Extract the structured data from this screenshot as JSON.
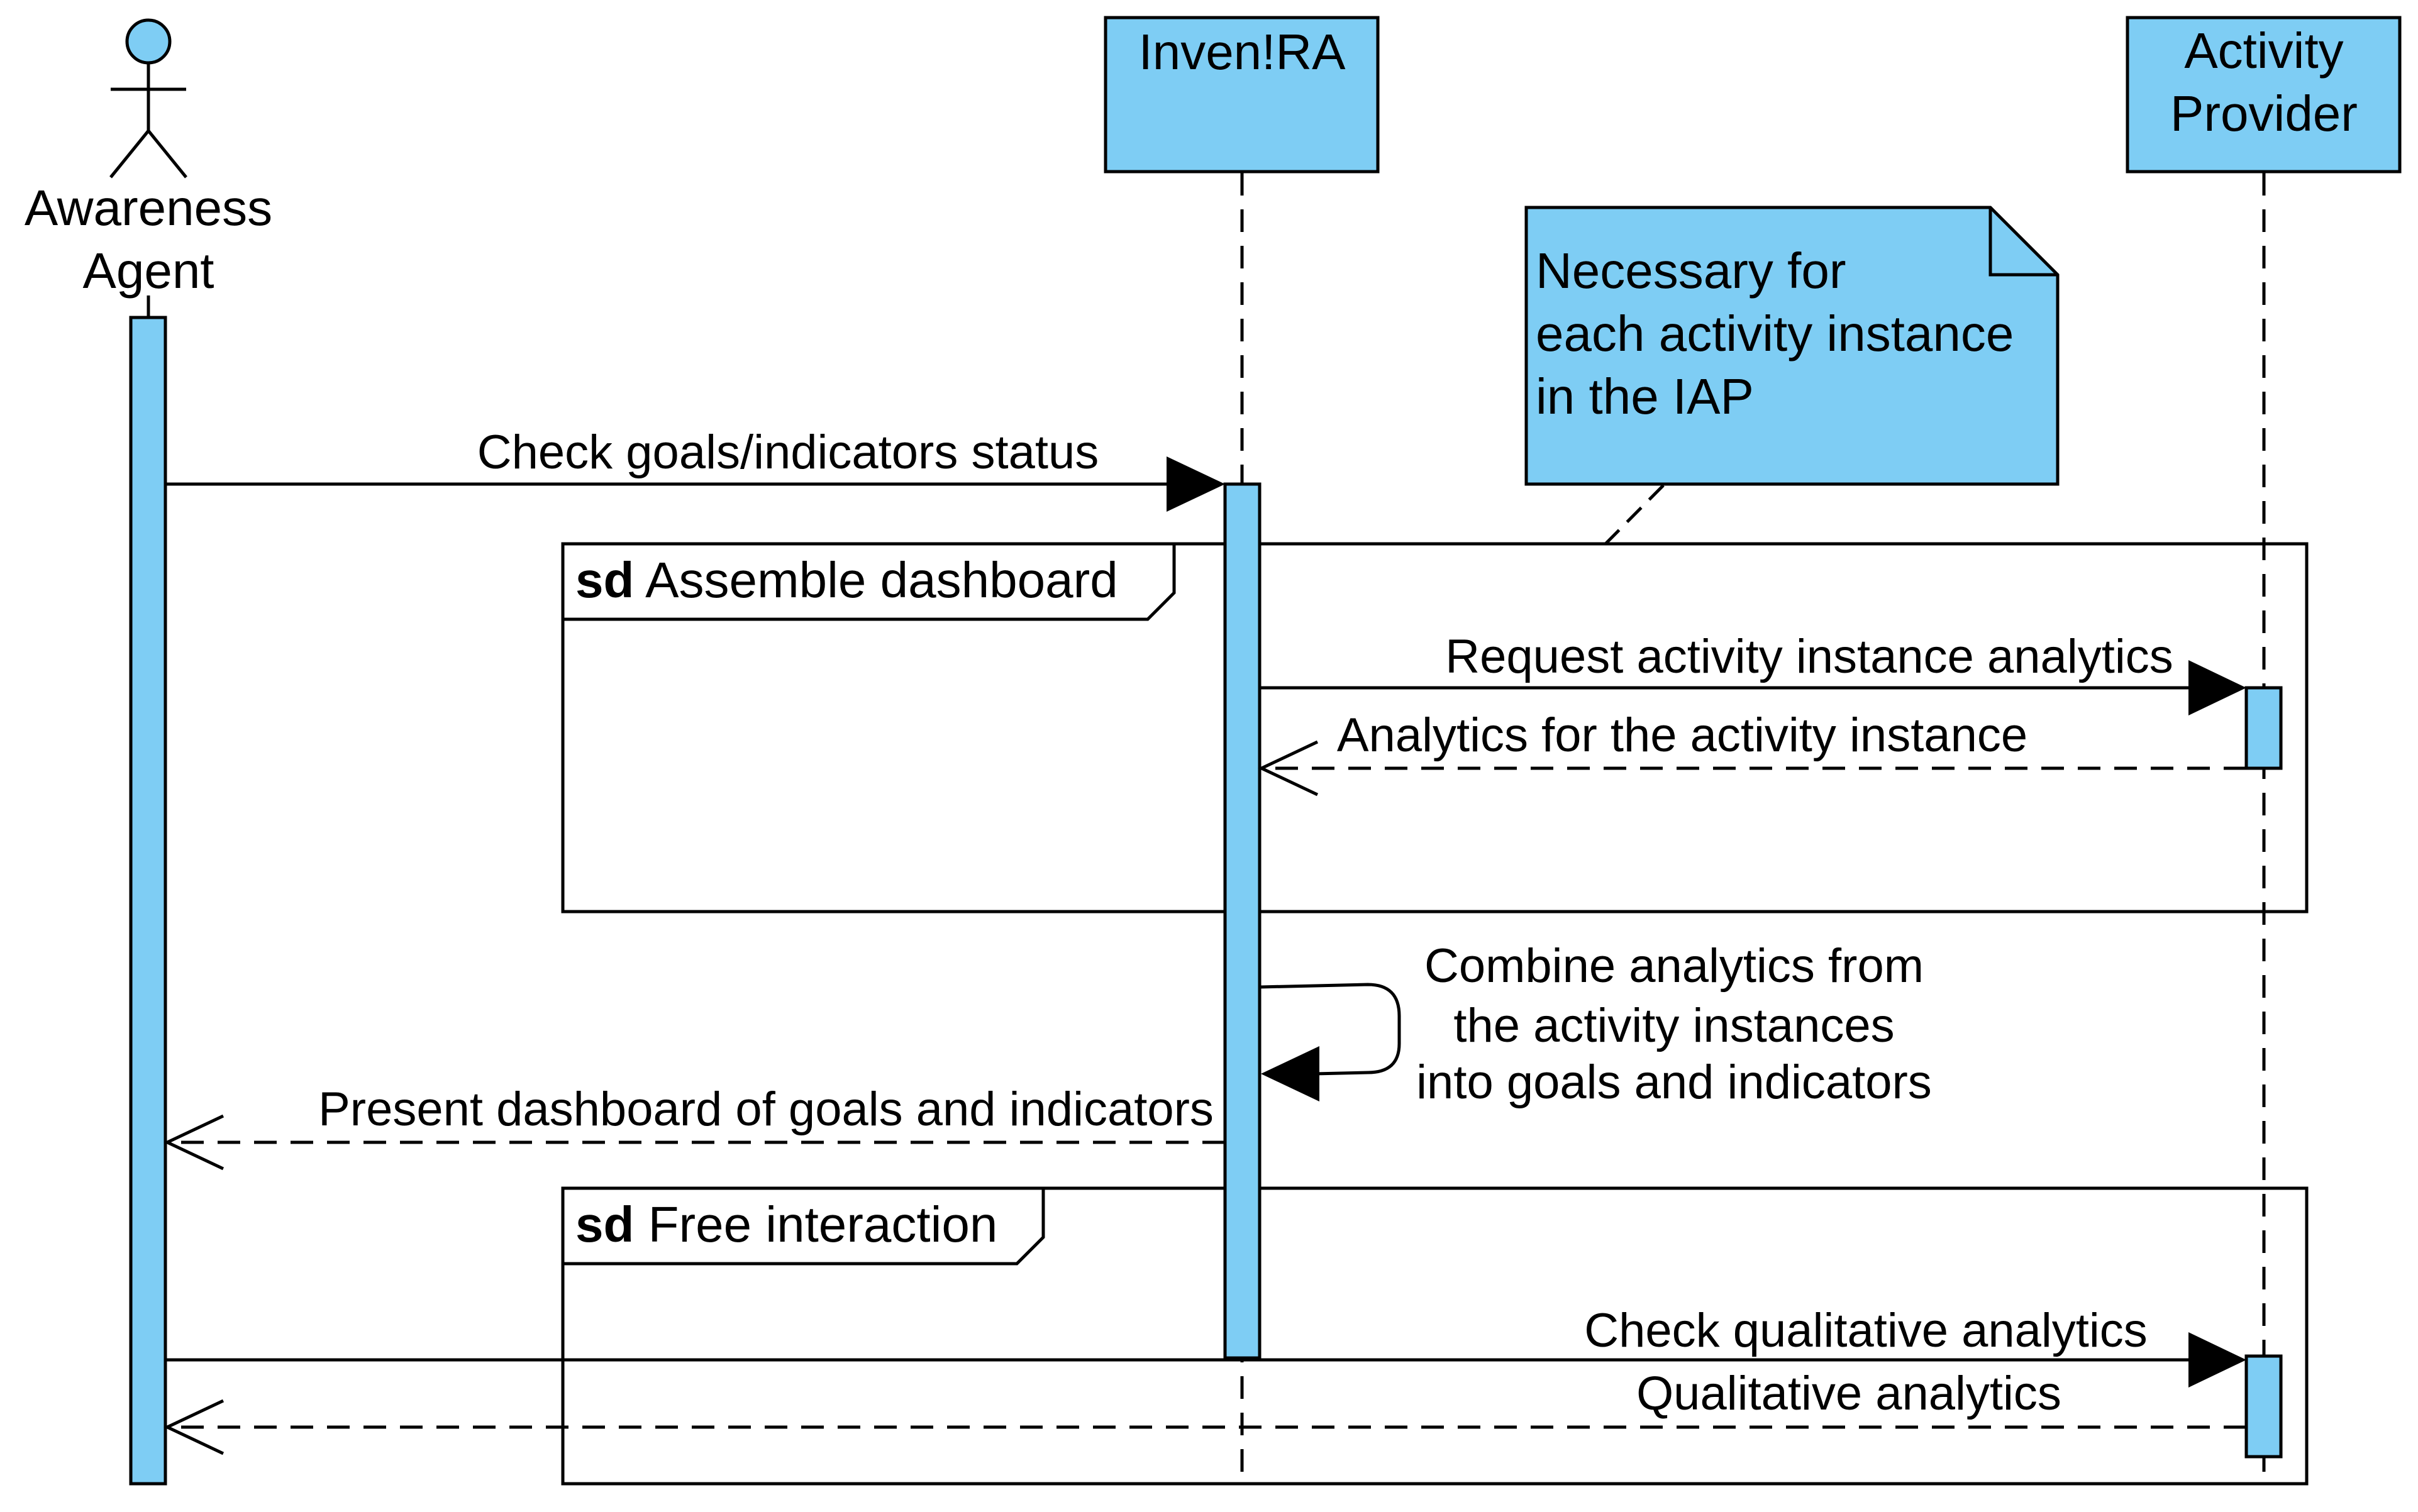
{
  "colors": {
    "fill": "#7ecdf4",
    "stroke": "#000000",
    "background": "#ffffff"
  },
  "participants": {
    "agent": {
      "line1": "Awareness",
      "line2": "Agent"
    },
    "inven": {
      "label": "Inven!RA"
    },
    "ap": {
      "line1": "Activity",
      "line2": "Provider"
    }
  },
  "note": {
    "line1": "Necessary for",
    "line2": "each activity instance",
    "line3": "in the IAP"
  },
  "fragments": {
    "assemble": {
      "keyword": "sd",
      "name": " Assemble dashboard"
    },
    "free": {
      "keyword": "sd",
      "name": " Free interaction"
    }
  },
  "messages": {
    "check_status": "Check goals/indicators status",
    "request_analytics": "Request activity instance analytics",
    "analytics_reply": "Analytics for the activity instance",
    "combine_line1": "Combine analytics from",
    "combine_line2": "the activity instances",
    "combine_line3": "into goals and indicators",
    "present_dashboard": "Present dashboard of goals and indicators",
    "check_qualitative": "Check qualitative analytics",
    "qualitative_reply": "Qualitative analytics"
  }
}
